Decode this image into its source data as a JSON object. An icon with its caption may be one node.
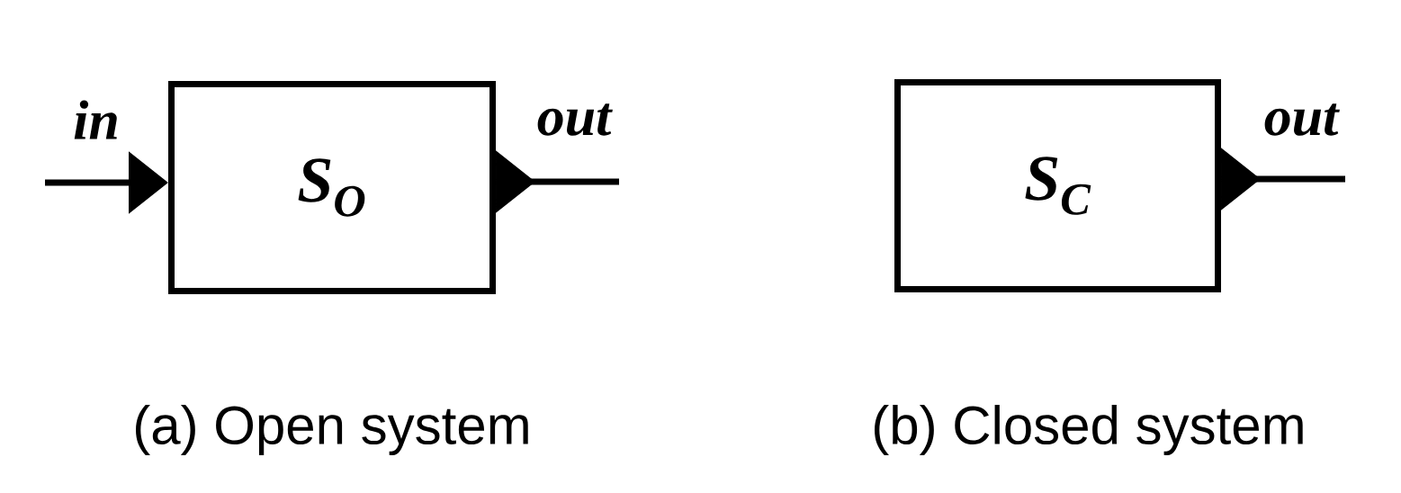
{
  "diagram": {
    "nodes": [
      {
        "text": [
          "S$_{O}$"
        ],
        "beside": [
          "(a) Open system"
        ]
      },
      {
        "text": [
          "S$_{C}$"
        ],
        "beside": [
          "(b) Closed system"
        ]
      }
    ],
    "edges": [
      {
        "from": null,
        "to": 0,
        "arrow": "to",
        "label": "in"
      },
      {
        "from": 0,
        "to": null,
        "arrow": "to",
        "label": "out"
      },
      {
        "from": 1,
        "to": null,
        "arrow": "to",
        "label": "out"
      }
    ]
  }
}
